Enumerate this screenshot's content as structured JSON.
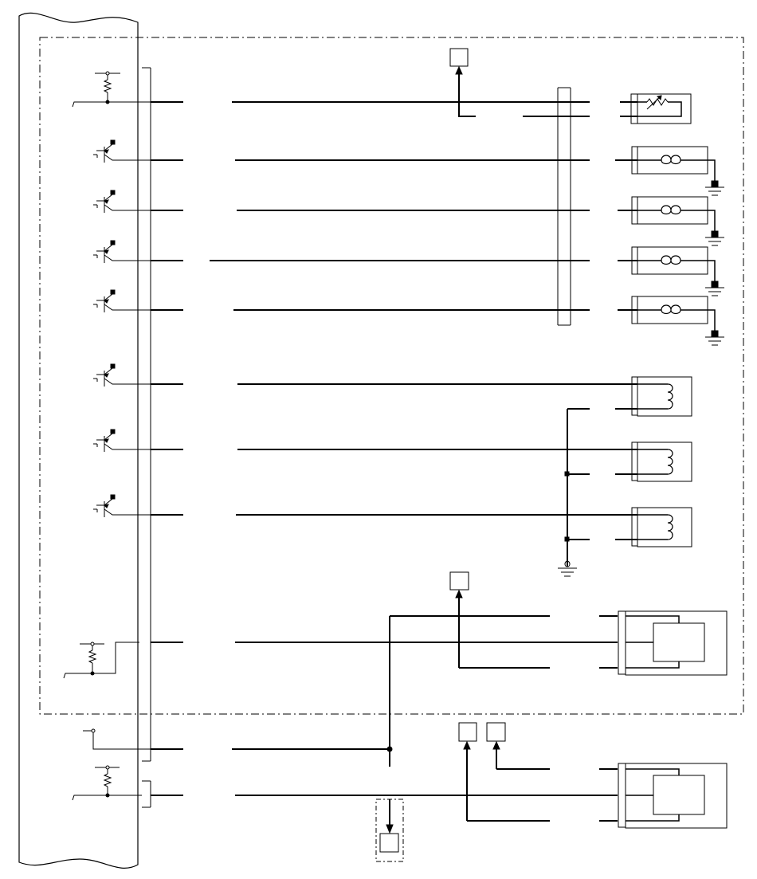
{
  "diagram": {
    "type": "wiring-schematic",
    "colors": {
      "line": "#000000",
      "background": "#ffffff"
    },
    "control_unit_icons": [
      "resistor-pullup-icon",
      "transistor-driver-icon",
      "transistor-driver-icon",
      "transistor-driver-icon",
      "transistor-driver-icon",
      "transistor-driver-icon",
      "transistor-driver-icon",
      "transistor-driver-icon",
      "resistor-pullup-icon",
      "switch-input-icon",
      "resistor-pullup-icon"
    ],
    "devices": [
      "variable-resistor-sensor-icon",
      "heater-element-icon",
      "heater-element-icon",
      "heater-element-icon",
      "heater-element-icon",
      "solenoid-coil-icon",
      "solenoid-coil-icon",
      "solenoid-coil-icon",
      "sensor-module-icon",
      "sensor-module-icon"
    ],
    "reference_boxes": [
      "reference-box",
      "reference-box",
      "reference-box",
      "reference-box",
      "reference-box"
    ],
    "labels": []
  }
}
